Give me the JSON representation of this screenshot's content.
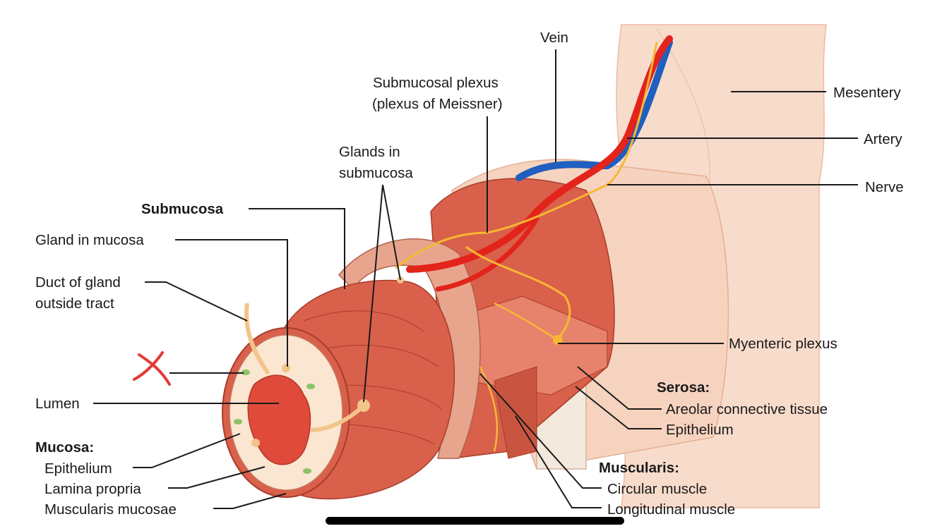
{
  "labels": {
    "vein": "Vein",
    "submucosal_plexus_1": "Submucosal plexus",
    "submucosal_plexus_2": "(plexus of Meissner)",
    "mesentery": "Mesentery",
    "artery": "Artery",
    "nerve": "Nerve",
    "glands_submucosa_1": "Glands in",
    "glands_submucosa_2": "submucosa",
    "submucosa": "Submucosa",
    "gland_in_mucosa": "Gland in mucosa",
    "duct_1": "Duct of gland",
    "duct_2": "outside tract",
    "myenteric_plexus": "Myenteric plexus",
    "lumen": "Lumen",
    "serosa": "Serosa:",
    "areolar": "Areolar connective tissue",
    "epithelium_serosa": "Epithelium",
    "mucosa": "Mucosa:",
    "epithelium_mucosa": "Epithelium",
    "lamina_propria": "Lamina propria",
    "muscularis_mucosae": "Muscularis mucosae",
    "muscularis": "Muscularis:",
    "circular_muscle": "Circular muscle",
    "longitudinal_muscle": "Longitudinal muscle"
  },
  "annotation": {
    "mark": "X",
    "color": "#e53935"
  },
  "colors": {
    "muscle": "#d9604a",
    "muscle_dark": "#b84431",
    "submucosa": "#e8a58e",
    "mucosa_inner": "#fbe6d2",
    "lumen": "#e04a3a",
    "mesentery": "#f8dccb",
    "artery": "#e3241b",
    "vein": "#1f5fbf",
    "nerve": "#f7b733",
    "gland": "#f3c48a",
    "green_gland": "#8dc36a"
  }
}
